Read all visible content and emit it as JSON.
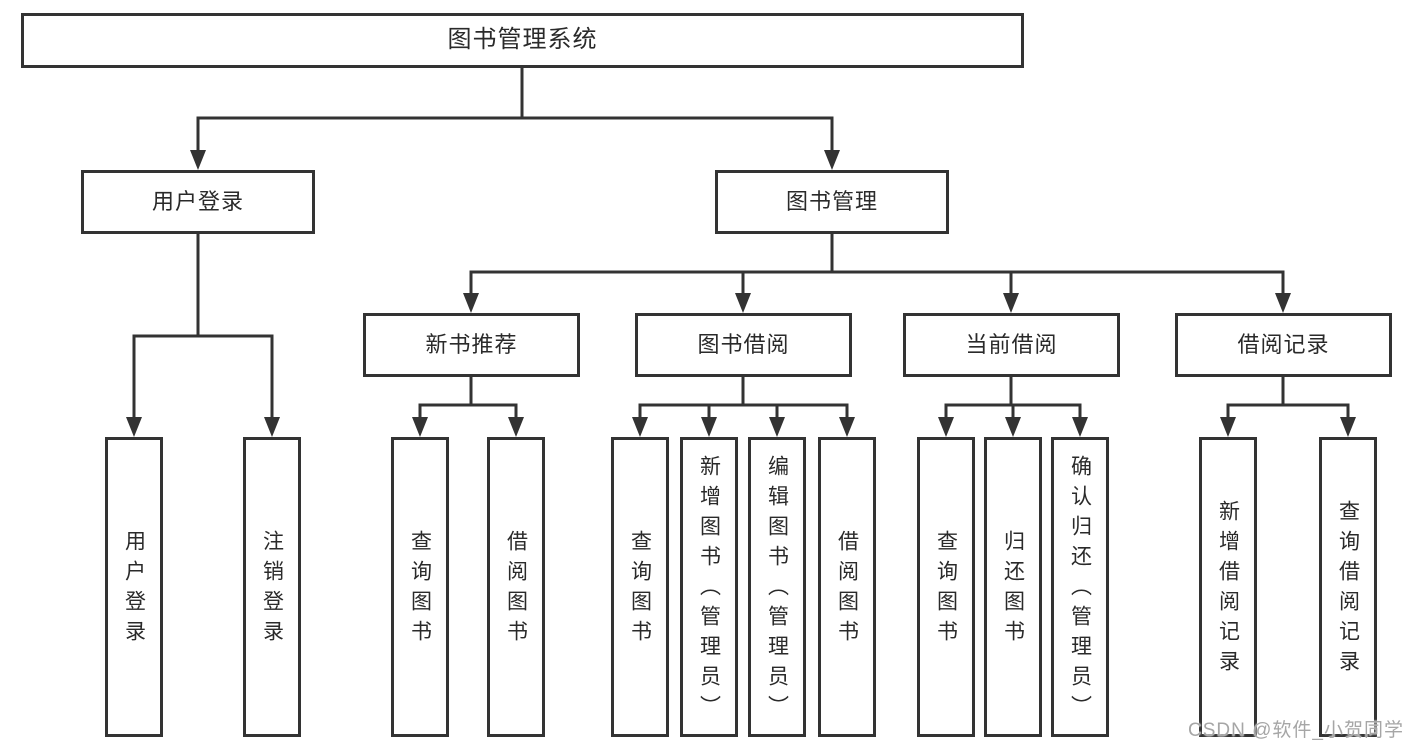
{
  "tree": {
    "label": "图书管理系统",
    "children": [
      {
        "label": "用户登录",
        "children": [
          {
            "label": "用户登录"
          },
          {
            "label": "注销登录"
          }
        ]
      },
      {
        "label": "图书管理",
        "children": [
          {
            "label": "新书推荐",
            "children": [
              {
                "label": "查询图书"
              },
              {
                "label": "借阅图书"
              }
            ]
          },
          {
            "label": "图书借阅",
            "children": [
              {
                "label": "查询图书"
              },
              {
                "label": "新增图书（管理员）"
              },
              {
                "label": "编辑图书（管理员）"
              },
              {
                "label": "借阅图书"
              }
            ]
          },
          {
            "label": "当前借阅",
            "children": [
              {
                "label": "查询图书"
              },
              {
                "label": "归还图书"
              },
              {
                "label": "确认归还（管理员）"
              }
            ]
          },
          {
            "label": "借阅记录",
            "children": [
              {
                "label": "新增借阅记录"
              },
              {
                "label": "查询借阅记录"
              }
            ]
          }
        ]
      }
    ]
  },
  "watermark": {
    "text": "CSDN @软件_小贺同学"
  },
  "colors": {
    "line": "#333333",
    "box_border": "#333333",
    "watermark": "#a6a6a6",
    "background": "#ffffff"
  }
}
